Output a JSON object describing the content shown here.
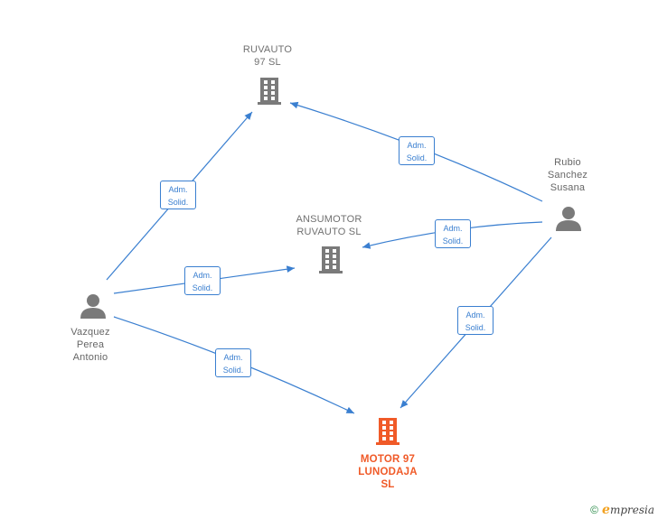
{
  "nodes": {
    "ruvauto": {
      "name": "RUVAUTO\n97  SL"
    },
    "ansumotor": {
      "name": "ANSUMOTOR\nRUVAUTO  SL"
    },
    "motor97": {
      "name": "MOTOR 97\nLUNODAJA\nSL"
    },
    "rubio": {
      "name": "Rubio\nSanchez\nSusana"
    },
    "vazquez": {
      "name": "Vazquez\nPerea\nAntonio"
    }
  },
  "edges": [
    {
      "from": "vazquez",
      "to": "ruvauto",
      "label": "Adm.\nSolid."
    },
    {
      "from": "vazquez",
      "to": "ansumotor",
      "label": "Adm.\nSolid."
    },
    {
      "from": "vazquez",
      "to": "motor97",
      "label": "Adm.\nSolid."
    },
    {
      "from": "rubio",
      "to": "ruvauto",
      "label": "Adm.\nSolid."
    },
    {
      "from": "rubio",
      "to": "ansumotor",
      "label": "Adm.\nSolid."
    },
    {
      "from": "rubio",
      "to": "motor97",
      "label": "Adm.\nSolid."
    }
  ],
  "colors": {
    "edge": "#3a7fd0",
    "company_icon": "#7a7a7a",
    "highlight_company": "#f05a28",
    "person_icon": "#7a7a7a"
  },
  "footer": {
    "copyright_symbol": "©",
    "brand_initial": "e",
    "brand_rest": "mpresia"
  }
}
